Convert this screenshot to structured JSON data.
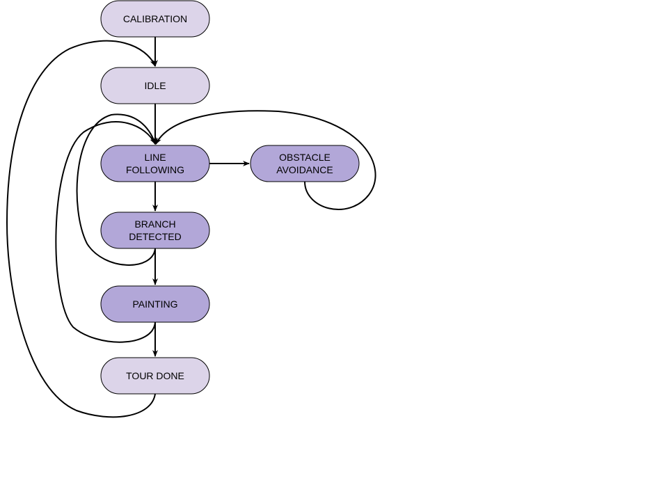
{
  "diagram": {
    "colors": {
      "light_node": "#dcd4e9",
      "dark_node": "#b2a7d8",
      "stroke": "#000000",
      "background": "#ffffff"
    },
    "nodes": [
      {
        "id": "calibration",
        "lines": [
          "CALIBRATION"
        ],
        "shade": "light"
      },
      {
        "id": "idle",
        "lines": [
          "IDLE"
        ],
        "shade": "light"
      },
      {
        "id": "line-following",
        "lines": [
          "LINE",
          "FOLLOWING"
        ],
        "shade": "dark"
      },
      {
        "id": "obstacle-avoidance",
        "lines": [
          "OBSTACLE",
          "AVOIDANCE"
        ],
        "shade": "dark"
      },
      {
        "id": "branch-detected",
        "lines": [
          "BRANCH",
          "DETECTED"
        ],
        "shade": "dark"
      },
      {
        "id": "painting",
        "lines": [
          "PAINTING"
        ],
        "shade": "dark"
      },
      {
        "id": "tour-done",
        "lines": [
          "TOUR DONE"
        ],
        "shade": "light"
      }
    ],
    "edges": [
      {
        "from": "calibration",
        "to": "idle"
      },
      {
        "from": "idle",
        "to": "line-following"
      },
      {
        "from": "line-following",
        "to": "obstacle-avoidance"
      },
      {
        "from": "obstacle-avoidance",
        "to": "line-following"
      },
      {
        "from": "line-following",
        "to": "branch-detected"
      },
      {
        "from": "branch-detected",
        "to": "line-following"
      },
      {
        "from": "branch-detected",
        "to": "painting"
      },
      {
        "from": "painting",
        "to": "line-following"
      },
      {
        "from": "painting",
        "to": "tour-done"
      },
      {
        "from": "tour-done",
        "to": "idle"
      }
    ]
  }
}
